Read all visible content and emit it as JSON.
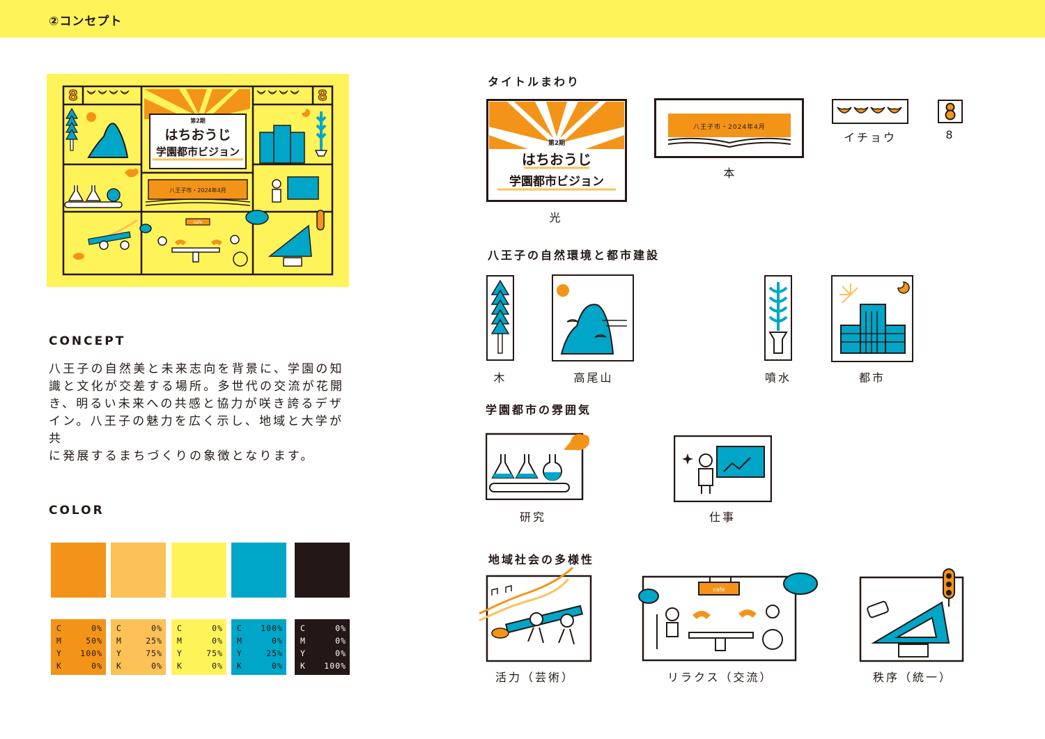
{
  "header": {
    "title": "②コンセプト"
  },
  "poster": {
    "issue": "第2期",
    "title_line1": "はちおうじ",
    "title_line2": "学園都市ビジョン",
    "book_text": "八王子市・2024年4月",
    "cafe_sign": "cafe"
  },
  "concept": {
    "heading": "CONCEPT",
    "lines": [
      "八王子の自然美と未来志向を背景に、学園の知",
      "識と文化が交差する場所。多世代の交流が花開",
      "き、明るい未来への共感と協力が咲き誇るデザ",
      "イン。八王子の魅力を広く示し、地域と大学が共",
      "に発展するまちづくりの象徴となります。"
    ]
  },
  "color": {
    "heading": "COLOR",
    "swatches": [
      {
        "hex": "#f39419",
        "text_color": "#231815",
        "cmyk": [
          [
            "C",
            "0%"
          ],
          [
            "M",
            "50%"
          ],
          [
            "Y",
            "100%"
          ],
          [
            "K",
            "0%"
          ]
        ]
      },
      {
        "hex": "#fcc157",
        "text_color": "#231815",
        "cmyk": [
          [
            "C",
            "0%"
          ],
          [
            "M",
            "25%"
          ],
          [
            "Y",
            "75%"
          ],
          [
            "K",
            "0%"
          ]
        ]
      },
      {
        "hex": "#fff35a",
        "text_color": "#231815",
        "cmyk": [
          [
            "C",
            "0%"
          ],
          [
            "M",
            "0%"
          ],
          [
            "Y",
            "75%"
          ],
          [
            "K",
            "0%"
          ]
        ]
      },
      {
        "hex": "#00a6c8",
        "text_color": "#231815",
        "cmyk": [
          [
            "C",
            "100%"
          ],
          [
            "M",
            "0%"
          ],
          [
            "Y",
            "25%"
          ],
          [
            "K",
            "0%"
          ]
        ]
      },
      {
        "hex": "#231815",
        "text_color": "#ffffff",
        "cmyk": [
          [
            "C",
            "0%"
          ],
          [
            "M",
            "0%"
          ],
          [
            "Y",
            "0%"
          ],
          [
            "K",
            "100%"
          ]
        ]
      }
    ]
  },
  "sections": {
    "title_area": {
      "heading": "タイトルまわり",
      "items": {
        "light": "光",
        "book": "本",
        "ginkgo": "イチョウ",
        "eight": "8"
      }
    },
    "nature": {
      "heading": "八王子の自然環境と都市建設",
      "items": {
        "tree": "木",
        "mountain": "高尾山",
        "fountain": "噴水",
        "city": "都市"
      }
    },
    "academic": {
      "heading": "学園都市の雰囲気",
      "items": {
        "research": "研究",
        "work": "仕事"
      }
    },
    "community": {
      "heading": "地域社会の多様性",
      "items": {
        "vitality": "活力（芸術）",
        "relax": "リラクス（交流）",
        "order": "秩序（統一）"
      }
    }
  },
  "icons": [
    "sunburst-icon",
    "open-book-icon",
    "ginkgo-icon",
    "figure-eight-icon",
    "tree-icon",
    "mountain-icon",
    "fountain-icon",
    "city-icon",
    "flask-icon",
    "presentation-icon",
    "dancers-icon",
    "cafe-icon",
    "traffic-icon"
  ]
}
